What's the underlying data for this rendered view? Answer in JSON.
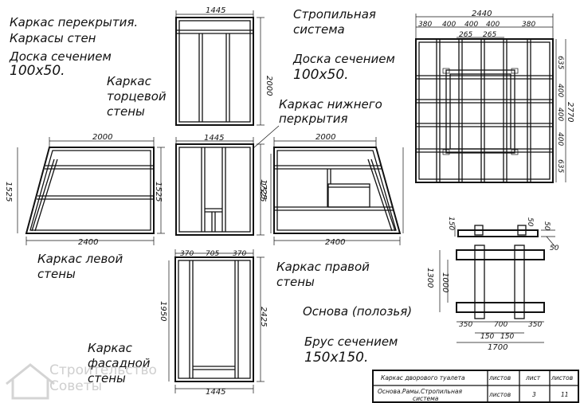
{
  "notes": {
    "frames_title": [
      "Каркас перекрытия.",
      "Каркасы стен"
    ],
    "board_section_1": [
      "Доска сечением",
      "100х50."
    ],
    "end_wall_frame": [
      "Каркас",
      "торцевой",
      "стены"
    ],
    "rafter_system": [
      "Стропильная",
      "система"
    ],
    "board_section_2": [
      "Доска сечением",
      "100х50."
    ],
    "lower_floor_frame": [
      "Каркас нижнего",
      "перкрытия"
    ],
    "left_wall_frame": [
      "Каркас левой",
      "стены"
    ],
    "right_wall_frame": [
      "Каркас правой",
      "стены"
    ],
    "base_runners": "Основа (полозья)",
    "beam_section": [
      "Брус сечением",
      "150х150."
    ],
    "facade_wall_frame": [
      "Каркас",
      "фасадной",
      "стены"
    ]
  },
  "dimensions": {
    "end_wall_width": "1445",
    "end_wall_height": "2000",
    "lower_floor_width": "1445",
    "lower_floor_height": "1725",
    "left_wall_top": "2000",
    "left_wall_height": "1525",
    "left_wall_height_right": "1525",
    "left_wall_bottom": "2400",
    "right_wall_top": "2000",
    "right_wall_height": "1525",
    "right_wall_bottom": "2400",
    "facade_segments": [
      "370",
      "705",
      "370"
    ],
    "facade_height_left": "1950",
    "facade_height_right": "2425",
    "facade_bottom": "1445",
    "rafter_total_width": "2440",
    "rafter_segments": [
      "380",
      "400",
      "400",
      "400",
      "380"
    ],
    "rafter_inner": [
      "265",
      "265"
    ],
    "rafter_right": [
      "635",
      "400",
      "400",
      "400",
      "635"
    ],
    "rafter_height": "2770",
    "base_top_150": "150",
    "base_top_50a": "50",
    "base_top_50b": "50",
    "base_top_50c": "50",
    "base_h_1300": "1300",
    "base_h_1000": "1000",
    "base_bottom_segments": [
      "350",
      "700",
      "350"
    ],
    "base_inner": [
      "150",
      "150"
    ],
    "base_total": "1700"
  },
  "title_block": {
    "row1_title": "Каркас дворового туалета",
    "row1_col1": "листов",
    "row1_col2": "лист",
    "row1_col3": "листов",
    "row2_title": [
      "Основа.Рамы.Стропильная",
      "система"
    ],
    "row2_col1": "листов",
    "row2_sheet": "3",
    "row2_sheets": "11"
  },
  "watermark": [
    "Строительство",
    "Советы"
  ]
}
